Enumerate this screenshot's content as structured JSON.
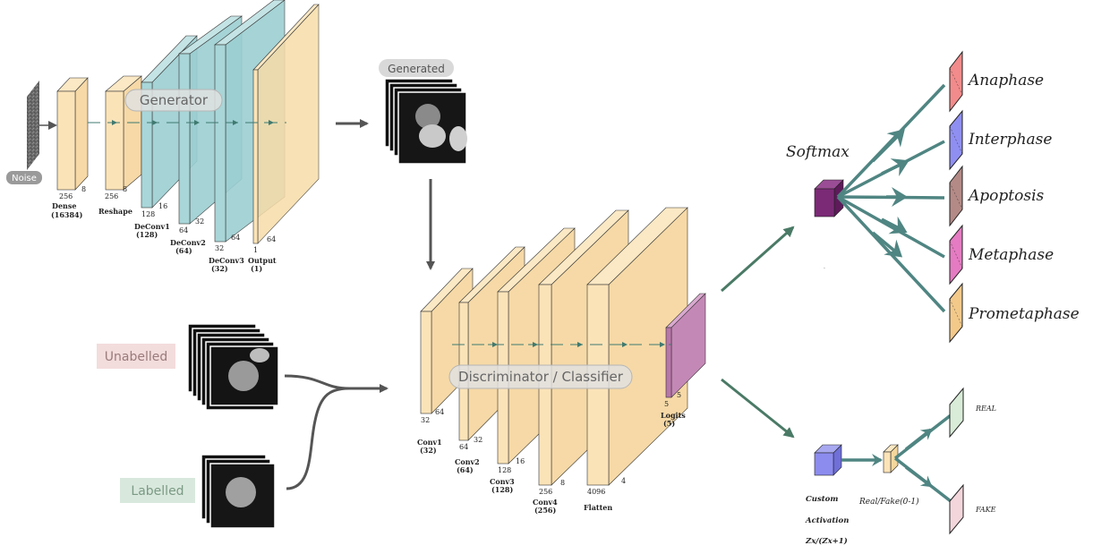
{
  "generator": {
    "noise_label": "Noise",
    "title": "Generator",
    "generated_label": "Generated",
    "layers": [
      {
        "name": "Dense",
        "sub": "(16384)",
        "d1": "256",
        "d2": "8"
      },
      {
        "name": "Reshape",
        "sub": "",
        "d1": "256",
        "d2": "8"
      },
      {
        "name": "DeConv1",
        "sub": "(128)",
        "d1": "128",
        "d2": "16"
      },
      {
        "name": "DeConv2",
        "sub": "(64)",
        "d1": "64",
        "d2": "32"
      },
      {
        "name": "DeConv3",
        "sub": "(32)",
        "d1": "32",
        "d2": "64"
      },
      {
        "name": "Output",
        "sub": "(1)",
        "d1": "1",
        "d2": "64"
      }
    ]
  },
  "inputs": {
    "unlabelled": "Unabelled",
    "labelled": "Labelled"
  },
  "discriminator": {
    "title": "Discriminator / Classifier",
    "layers": [
      {
        "name": "Conv1",
        "sub": "(32)",
        "d1": "32",
        "d2": "64"
      },
      {
        "name": "Conv2",
        "sub": "(64)",
        "d1": "64",
        "d2": "32"
      },
      {
        "name": "Conv3",
        "sub": "(128)",
        "d1": "128",
        "d2": "16"
      },
      {
        "name": "Conv4",
        "sub": "(256)",
        "d1": "256",
        "d2": "8"
      },
      {
        "name": "Flatten",
        "sub": "",
        "d1": "4096",
        "d2": "4"
      },
      {
        "name": "Logits",
        "sub": "(5)",
        "d1": "5",
        "d2": "5"
      }
    ]
  },
  "classifier": {
    "softmax_label": "Softmax",
    "classes": [
      {
        "label": "Anaphase",
        "color": "#f28b8b"
      },
      {
        "label": "Interphase",
        "color": "#8f8ff2"
      },
      {
        "label": "Apoptosis",
        "color": "#b48a86"
      },
      {
        "label": "Metaphase",
        "color": "#e57bc2"
      },
      {
        "label": "Prometaphase",
        "color": "#f3c98a"
      }
    ]
  },
  "realfake": {
    "custom_line1": "Custom",
    "custom_line2": "Activation",
    "custom_line3": "Zx/(Zx+1)",
    "node_label": "Real/Fake(0-1)",
    "real": "REAL",
    "fake": "FAKE"
  },
  "colors": {
    "layer_fill": "#fbe3b8",
    "deconv_fill": "#a9d6d8",
    "arrow": "#4a7f78",
    "gray_arrow": "#555555"
  }
}
